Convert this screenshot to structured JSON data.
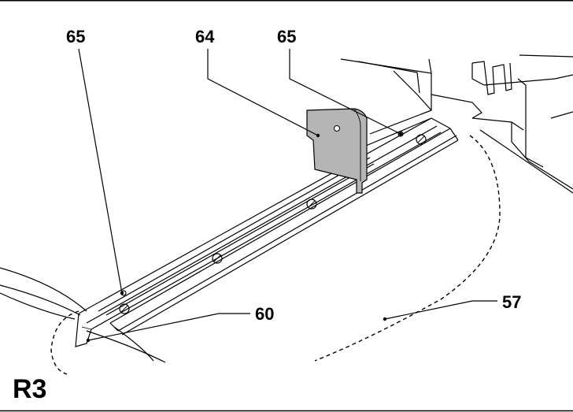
{
  "figure": {
    "id": "R3",
    "callouts": [
      "65",
      "64",
      "65",
      "60",
      "57"
    ]
  },
  "colors": {
    "stroke": "#000000",
    "plate_fill": "#b5b5b5",
    "background": "#ffffff"
  }
}
